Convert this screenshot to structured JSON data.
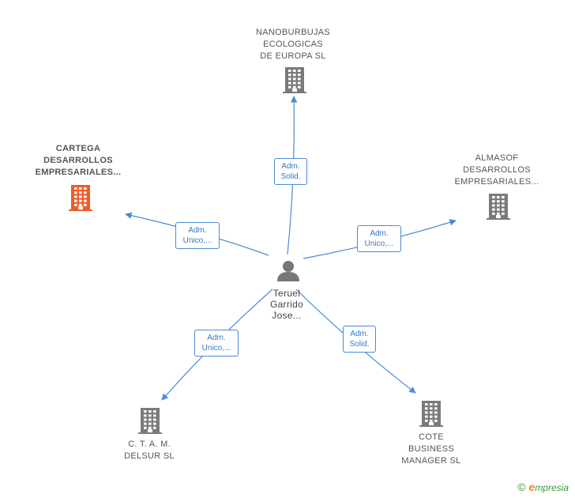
{
  "colors": {
    "edge": "#4a8bd6",
    "building_default": "#7a7a7a",
    "building_highlight": "#f05a28",
    "person": "#777777"
  },
  "center": {
    "icon": "person-icon",
    "label_lines": [
      "Teruel",
      "Garrido",
      "Jose..."
    ]
  },
  "nodes": [
    {
      "id": "nanoburbujas",
      "icon": "building-icon",
      "highlight": false,
      "label_lines": [
        "NANOBURBUJAS",
        "ECOLOGICAS",
        "DE EUROPA  SL"
      ]
    },
    {
      "id": "cartega",
      "icon": "building-icon",
      "highlight": true,
      "label_lines": [
        "CARTEGA",
        "DESARROLLOS",
        "EMPRESARIALES..."
      ]
    },
    {
      "id": "almasof",
      "icon": "building-icon",
      "highlight": false,
      "label_lines": [
        "ALMASOF",
        "DESARROLLOS",
        "EMPRESARIALES..."
      ]
    },
    {
      "id": "ctam",
      "icon": "building-icon",
      "highlight": false,
      "label_lines": [
        "C.  T. A. M.",
        "DELSUR  SL"
      ]
    },
    {
      "id": "cote",
      "icon": "building-icon",
      "highlight": false,
      "label_lines": [
        "COTE",
        "BUSINESS",
        "MANAGER  SL"
      ]
    }
  ],
  "edges": [
    {
      "to": "nanoburbujas",
      "label_lines": [
        "Adm.",
        "Solid."
      ]
    },
    {
      "to": "cartega",
      "label_lines": [
        "Adm.",
        "Unico,..."
      ]
    },
    {
      "to": "almasof",
      "label_lines": [
        "Adm.",
        "Unico,..."
      ]
    },
    {
      "to": "ctam",
      "label_lines": [
        "Adm.",
        "Unico,..."
      ]
    },
    {
      "to": "cote",
      "label_lines": [
        "Adm.",
        "Solid."
      ]
    }
  ],
  "footer": {
    "copyright_symbol": "©",
    "brand_initial": "e",
    "brand_rest": "mpresia"
  }
}
